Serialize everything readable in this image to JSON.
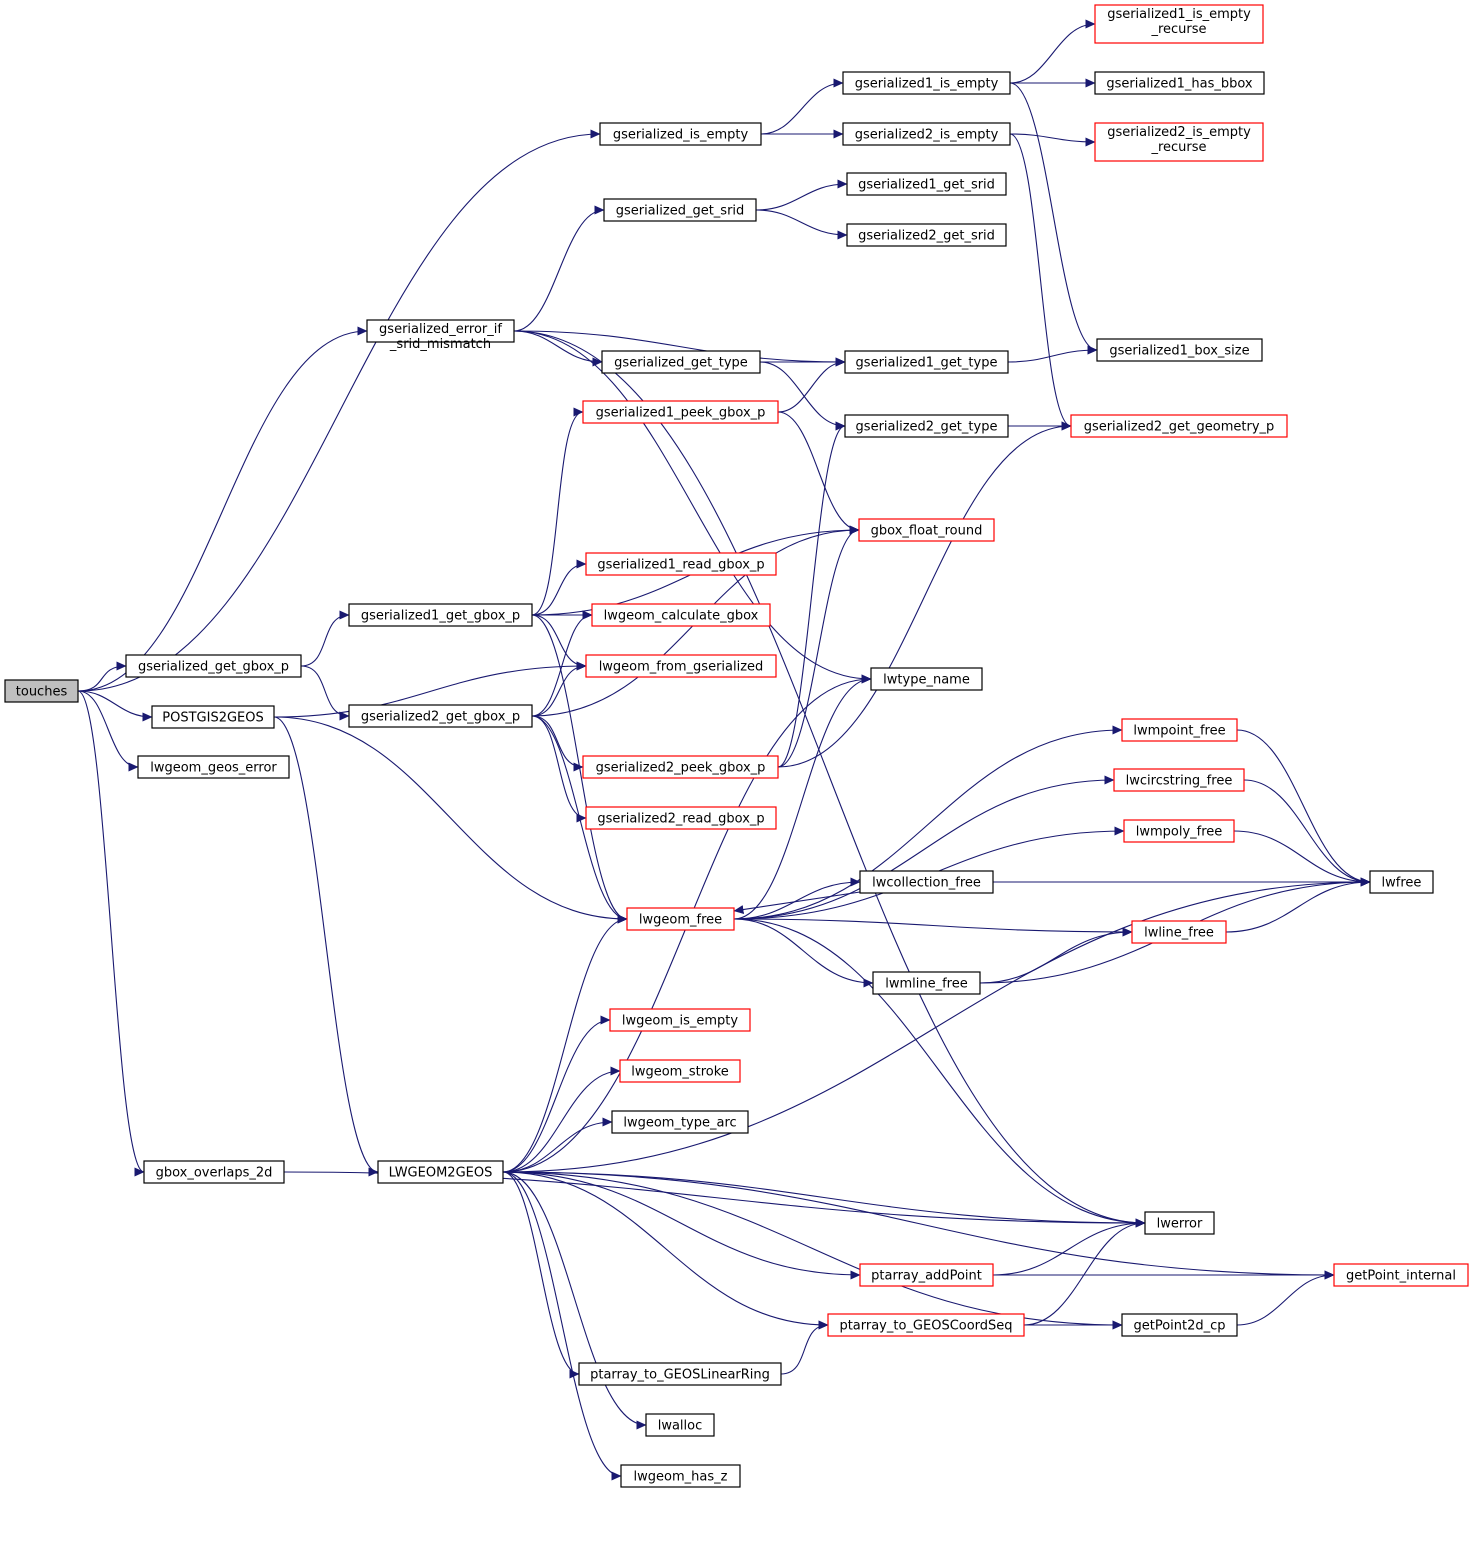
{
  "colors": {
    "edge": "#191970",
    "node_border_plain": "#000000",
    "node_border_truncated": "#ff0000",
    "root_fill": "#bfbfbf",
    "node_fill": "#ffffff"
  },
  "nodes": {
    "touches": {
      "label": [
        "touches"
      ],
      "style": "root"
    },
    "gserialized_get_gbox_p": {
      "label": [
        "gserialized_get_gbox_p"
      ],
      "style": "plain"
    },
    "POSTGIS2GEOS": {
      "label": [
        "POSTGIS2GEOS"
      ],
      "style": "plain"
    },
    "lwgeom_geos_error": {
      "label": [
        "lwgeom_geos_error"
      ],
      "style": "plain"
    },
    "gbox_overlaps_2d": {
      "label": [
        "gbox_overlaps_2d"
      ],
      "style": "plain"
    },
    "gserialized_error_if_srid_mismatch": {
      "label": [
        "gserialized_error_if",
        "_srid_mismatch"
      ],
      "style": "plain"
    },
    "gserialized1_get_gbox_p": {
      "label": [
        "gserialized1_get_gbox_p"
      ],
      "style": "plain"
    },
    "gserialized2_get_gbox_p": {
      "label": [
        "gserialized2_get_gbox_p"
      ],
      "style": "plain"
    },
    "LWGEOM2GEOS": {
      "label": [
        "LWGEOM2GEOS"
      ],
      "style": "plain"
    },
    "gserialized_is_empty": {
      "label": [
        "gserialized_is_empty"
      ],
      "style": "plain"
    },
    "gserialized_get_srid": {
      "label": [
        "gserialized_get_srid"
      ],
      "style": "plain"
    },
    "gserialized_get_type": {
      "label": [
        "gserialized_get_type"
      ],
      "style": "plain"
    },
    "gserialized1_peek_gbox_p": {
      "label": [
        "gserialized1_peek_gbox_p"
      ],
      "style": "truncated"
    },
    "gserialized1_read_gbox_p": {
      "label": [
        "gserialized1_read_gbox_p"
      ],
      "style": "truncated"
    },
    "lwgeom_calculate_gbox": {
      "label": [
        "lwgeom_calculate_gbox"
      ],
      "style": "truncated"
    },
    "lwgeom_from_gserialized": {
      "label": [
        "lwgeom_from_gserialized"
      ],
      "style": "truncated"
    },
    "gserialized2_peek_gbox_p": {
      "label": [
        "gserialized2_peek_gbox_p"
      ],
      "style": "truncated"
    },
    "gserialized2_read_gbox_p": {
      "label": [
        "gserialized2_read_gbox_p"
      ],
      "style": "truncated"
    },
    "lwgeom_free": {
      "label": [
        "lwgeom_free"
      ],
      "style": "truncated"
    },
    "lwgeom_is_empty": {
      "label": [
        "lwgeom_is_empty"
      ],
      "style": "truncated"
    },
    "lwgeom_stroke": {
      "label": [
        "lwgeom_stroke"
      ],
      "style": "truncated"
    },
    "lwgeom_type_arc": {
      "label": [
        "lwgeom_type_arc"
      ],
      "style": "plain"
    },
    "ptarray_to_GEOSLinearRing": {
      "label": [
        "ptarray_to_GEOSLinearRing"
      ],
      "style": "plain"
    },
    "lwalloc": {
      "label": [
        "lwalloc"
      ],
      "style": "plain"
    },
    "lwgeom_has_z": {
      "label": [
        "lwgeom_has_z"
      ],
      "style": "plain"
    },
    "gserialized1_is_empty": {
      "label": [
        "gserialized1_is_empty"
      ],
      "style": "plain"
    },
    "gserialized2_is_empty": {
      "label": [
        "gserialized2_is_empty"
      ],
      "style": "plain"
    },
    "gserialized1_get_srid": {
      "label": [
        "gserialized1_get_srid"
      ],
      "style": "plain"
    },
    "gserialized2_get_srid": {
      "label": [
        "gserialized2_get_srid"
      ],
      "style": "plain"
    },
    "gserialized1_get_type": {
      "label": [
        "gserialized1_get_type"
      ],
      "style": "plain"
    },
    "gserialized2_get_type": {
      "label": [
        "gserialized2_get_type"
      ],
      "style": "plain"
    },
    "gbox_float_round": {
      "label": [
        "gbox_float_round"
      ],
      "style": "truncated"
    },
    "lwtype_name": {
      "label": [
        "lwtype_name"
      ],
      "style": "plain"
    },
    "lwcollection_free": {
      "label": [
        "lwcollection_free"
      ],
      "style": "plain"
    },
    "lwmline_free": {
      "label": [
        "lwmline_free"
      ],
      "style": "plain"
    },
    "ptarray_addPoint": {
      "label": [
        "ptarray_addPoint"
      ],
      "style": "truncated"
    },
    "ptarray_to_GEOSCoordSeq": {
      "label": [
        "ptarray_to_GEOSCoordSeq"
      ],
      "style": "truncated"
    },
    "gserialized1_is_empty_recurse": {
      "label": [
        "gserialized1_is_empty",
        "_recurse"
      ],
      "style": "truncated"
    },
    "gserialized1_has_bbox": {
      "label": [
        "gserialized1_has_bbox"
      ],
      "style": "plain"
    },
    "gserialized2_is_empty_recurse": {
      "label": [
        "gserialized2_is_empty",
        "_recurse"
      ],
      "style": "truncated"
    },
    "gserialized1_box_size": {
      "label": [
        "gserialized1_box_size"
      ],
      "style": "plain"
    },
    "gserialized2_get_geometry_p": {
      "label": [
        "gserialized2_get_geometry_p"
      ],
      "style": "truncated"
    },
    "lwmpoint_free": {
      "label": [
        "lwmpoint_free"
      ],
      "style": "truncated"
    },
    "lwcircstring_free": {
      "label": [
        "lwcircstring_free"
      ],
      "style": "truncated"
    },
    "lwmpoly_free": {
      "label": [
        "lwmpoly_free"
      ],
      "style": "truncated"
    },
    "lwline_free": {
      "label": [
        "lwline_free"
      ],
      "style": "truncated"
    },
    "lwerror": {
      "label": [
        "lwerror"
      ],
      "style": "plain"
    },
    "getPoint2d_cp": {
      "label": [
        "getPoint2d_cp"
      ],
      "style": "plain"
    },
    "lwfree": {
      "label": [
        "lwfree"
      ],
      "style": "plain"
    },
    "getPoint_internal": {
      "label": [
        "getPoint_internal"
      ],
      "style": "truncated"
    }
  },
  "edges": [
    [
      "touches",
      "gserialized_get_gbox_p"
    ],
    [
      "touches",
      "POSTGIS2GEOS"
    ],
    [
      "touches",
      "lwgeom_geos_error"
    ],
    [
      "touches",
      "gbox_overlaps_2d"
    ],
    [
      "touches",
      "gserialized_is_empty"
    ],
    [
      "touches",
      "gserialized_error_if_srid_mismatch"
    ],
    [
      "gserialized_get_gbox_p",
      "gserialized1_get_gbox_p"
    ],
    [
      "gserialized_get_gbox_p",
      "gserialized2_get_gbox_p"
    ],
    [
      "POSTGIS2GEOS",
      "lwgeom_from_gserialized"
    ],
    [
      "POSTGIS2GEOS",
      "lwgeom_free"
    ],
    [
      "POSTGIS2GEOS",
      "LWGEOM2GEOS"
    ],
    [
      "gbox_overlaps_2d",
      "lwerror"
    ],
    [
      "gserialized_error_if_srid_mismatch",
      "gserialized_get_srid"
    ],
    [
      "gserialized_error_if_srid_mismatch",
      "gserialized_get_type"
    ],
    [
      "gserialized_error_if_srid_mismatch",
      "gserialized1_get_type"
    ],
    [
      "gserialized_error_if_srid_mismatch",
      "lwtype_name"
    ],
    [
      "gserialized_error_if_srid_mismatch",
      "lwerror"
    ],
    [
      "gserialized1_get_gbox_p",
      "gserialized1_peek_gbox_p"
    ],
    [
      "gserialized1_get_gbox_p",
      "gserialized1_read_gbox_p"
    ],
    [
      "gserialized1_get_gbox_p",
      "lwgeom_calculate_gbox"
    ],
    [
      "gserialized1_get_gbox_p",
      "lwgeom_from_gserialized"
    ],
    [
      "gserialized1_get_gbox_p",
      "gbox_float_round"
    ],
    [
      "gserialized1_get_gbox_p",
      "lwgeom_free"
    ],
    [
      "gserialized2_get_gbox_p",
      "gserialized2_peek_gbox_p"
    ],
    [
      "gserialized2_get_gbox_p",
      "gserialized2_read_gbox_p"
    ],
    [
      "gserialized2_get_gbox_p",
      "lwgeom_calculate_gbox"
    ],
    [
      "gserialized2_get_gbox_p",
      "lwgeom_from_gserialized"
    ],
    [
      "gserialized2_get_gbox_p",
      "gbox_float_round"
    ],
    [
      "gserialized2_get_gbox_p",
      "lwgeom_free"
    ],
    [
      "LWGEOM2GEOS",
      "lwgeom_is_empty"
    ],
    [
      "LWGEOM2GEOS",
      "lwgeom_stroke"
    ],
    [
      "LWGEOM2GEOS",
      "lwgeom_type_arc"
    ],
    [
      "LWGEOM2GEOS",
      "lwgeom_free"
    ],
    [
      "LWGEOM2GEOS",
      "ptarray_to_GEOSLinearRing"
    ],
    [
      "LWGEOM2GEOS",
      "lwalloc"
    ],
    [
      "LWGEOM2GEOS",
      "lwgeom_has_z"
    ],
    [
      "LWGEOM2GEOS",
      "ptarray_addPoint"
    ],
    [
      "LWGEOM2GEOS",
      "ptarray_to_GEOSCoordSeq"
    ],
    [
      "LWGEOM2GEOS",
      "lwerror"
    ],
    [
      "LWGEOM2GEOS",
      "getPoint_internal"
    ],
    [
      "LWGEOM2GEOS",
      "getPoint2d_cp"
    ],
    [
      "LWGEOM2GEOS",
      "lwfree"
    ],
    [
      "LWGEOM2GEOS",
      "lwtype_name"
    ],
    [
      "gserialized_is_empty",
      "gserialized1_is_empty"
    ],
    [
      "gserialized_is_empty",
      "gserialized2_is_empty"
    ],
    [
      "gserialized_get_srid",
      "gserialized1_get_srid"
    ],
    [
      "gserialized_get_srid",
      "gserialized2_get_srid"
    ],
    [
      "gserialized_get_type",
      "gserialized1_get_type"
    ],
    [
      "gserialized_get_type",
      "gserialized2_get_type"
    ],
    [
      "gserialized1_peek_gbox_p",
      "gserialized1_get_type"
    ],
    [
      "gserialized1_peek_gbox_p",
      "gbox_float_round"
    ],
    [
      "gserialized2_peek_gbox_p",
      "gserialized2_get_type"
    ],
    [
      "gserialized2_peek_gbox_p",
      "gbox_float_round"
    ],
    [
      "gserialized2_peek_gbox_p",
      "gserialized2_get_geometry_p"
    ],
    [
      "lwgeom_free",
      "lwmpoint_free"
    ],
    [
      "lwgeom_free",
      "lwcircstring_free"
    ],
    [
      "lwgeom_free",
      "lwmpoly_free"
    ],
    [
      "lwgeom_free",
      "lwcollection_free"
    ],
    [
      "lwgeom_free",
      "lwline_free"
    ],
    [
      "lwgeom_free",
      "lwmline_free"
    ],
    [
      "lwgeom_free",
      "lwtype_name"
    ],
    [
      "lwgeom_free",
      "lwerror"
    ],
    [
      "ptarray_to_GEOSLinearRing",
      "ptarray_to_GEOSCoordSeq"
    ],
    [
      "ptarray_addPoint",
      "lwerror"
    ],
    [
      "ptarray_addPoint",
      "getPoint_internal"
    ],
    [
      "ptarray_to_GEOSCoordSeq",
      "lwerror"
    ],
    [
      "ptarray_to_GEOSCoordSeq",
      "getPoint2d_cp"
    ],
    [
      "gserialized1_is_empty",
      "gserialized1_is_empty_recurse"
    ],
    [
      "gserialized1_is_empty",
      "gserialized1_has_bbox"
    ],
    [
      "gserialized1_is_empty",
      "gserialized1_box_size"
    ],
    [
      "gserialized2_is_empty",
      "gserialized2_is_empty_recurse"
    ],
    [
      "gserialized2_is_empty",
      "gserialized2_get_geometry_p"
    ],
    [
      "gserialized1_get_type",
      "gserialized1_box_size"
    ],
    [
      "gserialized2_get_type",
      "gserialized2_get_geometry_p"
    ],
    [
      "lwcollection_free",
      "lwgeom_free"
    ],
    [
      "lwcollection_free",
      "lwfree"
    ],
    [
      "lwmline_free",
      "lwline_free"
    ],
    [
      "lwmline_free",
      "lwfree"
    ],
    [
      "lwmpoint_free",
      "lwfree"
    ],
    [
      "lwcircstring_free",
      "lwfree"
    ],
    [
      "lwmpoly_free",
      "lwfree"
    ],
    [
      "lwline_free",
      "lwfree"
    ],
    [
      "getPoint2d_cp",
      "getPoint_internal"
    ]
  ]
}
